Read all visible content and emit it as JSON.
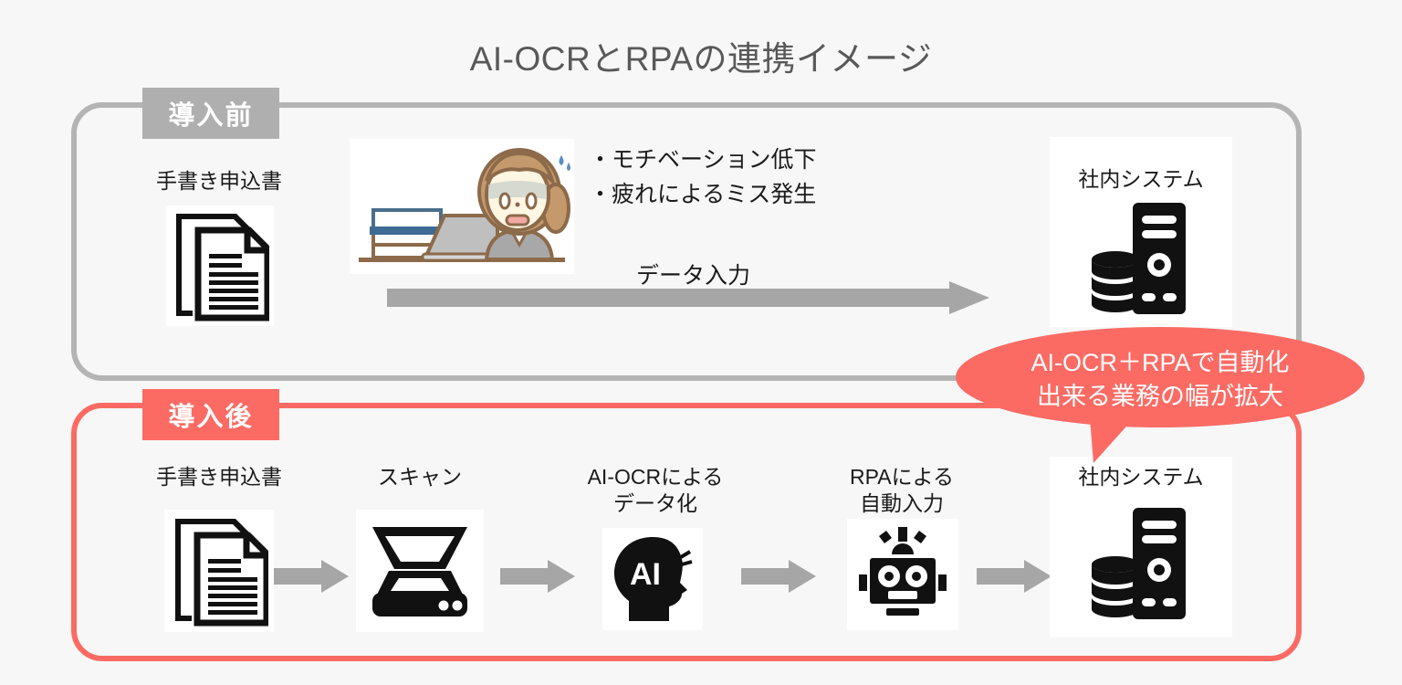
{
  "page": {
    "title": "AI-OCRとRPAの連携イメージ",
    "background_color": "#F7F7F7"
  },
  "colors": {
    "gray_frame": "#B4B4B4",
    "gray_badge": "#AFAFAF",
    "red_frame": "#FB6B64",
    "red_badge": "#FB6B64",
    "callout": "#FB6B64",
    "arrow_gray": "#A6A6A6",
    "text": "#1A1A1A",
    "title_text": "#595959"
  },
  "before_section": {
    "badge_label": "導入前",
    "document_label": "手書き申込書",
    "document_icon": "stacked-documents-icon",
    "worker_illustration": "stressed-office-worker-illustration",
    "pain_points": "・モチベーション低下\n・疲れによるミス発生",
    "flow_arrow_label": "データ入力",
    "system_label": "社内システム",
    "system_icon": "server-tower-icon"
  },
  "after_section": {
    "badge_label": "導入後",
    "steps": [
      {
        "label": "手書き申込書",
        "icon": "stacked-documents-icon"
      },
      {
        "label": "スキャン",
        "icon": "flatbed-scanner-icon"
      },
      {
        "label": "AI-OCRによる\nデータ化",
        "icon": "ai-head-icon"
      },
      {
        "label": "RPAによる\n自動入力",
        "icon": "robot-head-icon"
      },
      {
        "label": "社内システム",
        "icon": "server-tower-icon"
      }
    ]
  },
  "callout": {
    "text": "AI-OCR＋RPAで自動化\n出来る業務の幅が拡大"
  }
}
